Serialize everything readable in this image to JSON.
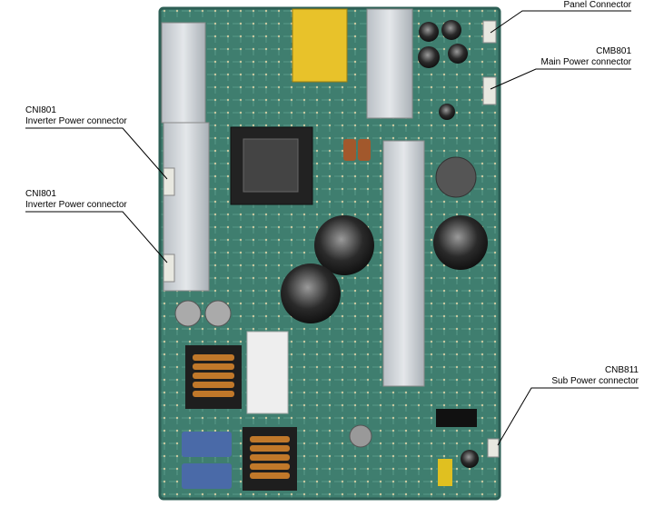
{
  "callouts": {
    "panel": {
      "title": "Panel Connector"
    },
    "cmb801": {
      "id": "CMB801",
      "desc": "Main Power connector"
    },
    "cni801_a": {
      "id": "CNI801",
      "desc": "Inverter Power connector"
    },
    "cni801_b": {
      "id": "CNI801",
      "desc": "Inverter Power connector"
    },
    "cnb811": {
      "id": "CNB811",
      "desc": "Sub Power connector"
    }
  },
  "colors": {
    "pcb": "#3f7e6f",
    "pcb_dark": "#2d5f55",
    "heatsink": "#c9ced3",
    "leader": "#000000"
  },
  "icons": [
    "power-board-photo"
  ]
}
